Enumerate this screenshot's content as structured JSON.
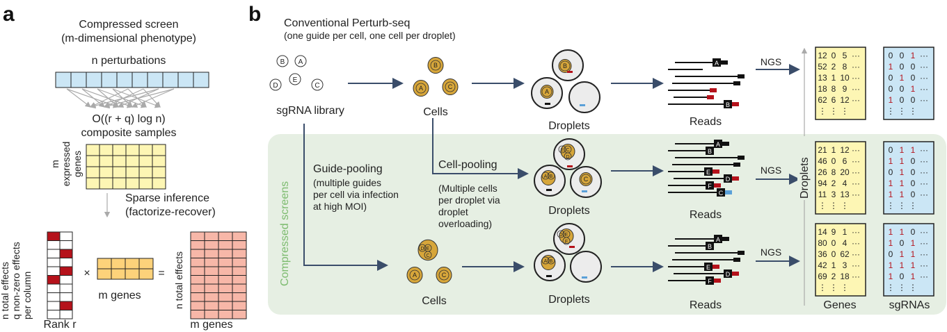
{
  "panel_a": {
    "letter": "a",
    "title_line1": "Compressed screen",
    "title_line2": "(m-dimensional phenotype)",
    "n_perturbations": "n perturbations",
    "composite_formula": "O((r + q) log n)",
    "composite_samples": "composite samples",
    "m_expressed_genes_line1": "m",
    "m_expressed_genes_line2": "expressed",
    "m_expressed_genes_line3": "genes",
    "sparse_line1": "Sparse inference",
    "sparse_line2": "(factorize-recover)",
    "left_label_n": "n total effects",
    "left_label_q": "q non-zero effects",
    "left_label_col": "per column",
    "times": "×",
    "equals": "=",
    "m_genes_mid": "m genes",
    "n_total_effects_right": "n total effects",
    "m_genes_right": "m genes",
    "rank_label": "Rank r"
  },
  "panel_b": {
    "letter": "b",
    "conv_title": "Conventional Perturb-seq",
    "conv_subtitle": "(one guide per cell, one cell per droplet)",
    "sgrna_library": "sgRNA library",
    "cells": "Cells",
    "droplets": "Droplets",
    "reads": "Reads",
    "ngs": "NGS",
    "guide_pooling": "Guide-pooling",
    "guide_pooling_desc1": "(multiple guides",
    "guide_pooling_desc2": "per cell via infection",
    "guide_pooling_desc3": "at high MOI)",
    "cell_pooling": "Cell-pooling",
    "cell_pooling_desc1": "(Multiple cells",
    "cell_pooling_desc2": "per droplet via",
    "cell_pooling_desc3": "droplet",
    "cell_pooling_desc4": "overloading)",
    "compressed_screens": "Compressed screens",
    "droplets_vertical": "Droplets",
    "genes": "Genes",
    "sgrnas": "sgRNAs",
    "library_letters": [
      "B",
      "A",
      "E",
      "D",
      "C"
    ],
    "gene_matrix_1": [
      [
        "12",
        "0",
        "5",
        "···"
      ],
      [
        "52",
        "2",
        "8",
        "···"
      ],
      [
        "13",
        "1",
        "10",
        "···"
      ],
      [
        "18",
        "8",
        "9",
        "···"
      ],
      [
        "62",
        "6",
        "12",
        "···"
      ],
      [
        "⋮",
        "⋮",
        "⋮",
        ""
      ]
    ],
    "gene_matrix_2": [
      [
        "21",
        "1",
        "12",
        "···"
      ],
      [
        "46",
        "0",
        "6",
        "···"
      ],
      [
        "26",
        "8",
        "20",
        "···"
      ],
      [
        "94",
        "2",
        "4",
        "···"
      ],
      [
        "11",
        "3",
        "13",
        "···"
      ],
      [
        "⋮",
        "⋮",
        "⋮",
        ""
      ]
    ],
    "gene_matrix_3": [
      [
        "14",
        "9",
        "1",
        "···"
      ],
      [
        "80",
        "0",
        "4",
        "···"
      ],
      [
        "36",
        "0",
        "62",
        "···"
      ],
      [
        "42",
        "1",
        "3",
        "···"
      ],
      [
        "69",
        "2",
        "18",
        "···"
      ],
      [
        "⋮",
        "⋮",
        "⋮",
        ""
      ]
    ],
    "sg_matrix_1": [
      [
        "0",
        "0",
        "1",
        "···"
      ],
      [
        "1",
        "0",
        "0",
        "···"
      ],
      [
        "0",
        "1",
        "0",
        "···"
      ],
      [
        "0",
        "0",
        "1",
        "···"
      ],
      [
        "1",
        "0",
        "0",
        "···"
      ],
      [
        "⋮",
        "⋮",
        "⋮",
        ""
      ]
    ],
    "sg_matrix_2": [
      [
        "0",
        "1",
        "1",
        "···"
      ],
      [
        "1",
        "1",
        "0",
        "···"
      ],
      [
        "0",
        "1",
        "0",
        "···"
      ],
      [
        "1",
        "1",
        "0",
        "···"
      ],
      [
        "1",
        "1",
        "0",
        "···"
      ],
      [
        "⋮",
        "⋮",
        "⋮",
        ""
      ]
    ],
    "sg_matrix_3": [
      [
        "1",
        "1",
        "0",
        "···"
      ],
      [
        "1",
        "0",
        "1",
        "···"
      ],
      [
        "0",
        "1",
        "1",
        "···"
      ],
      [
        "1",
        "1",
        "1",
        "···"
      ],
      [
        "1",
        "0",
        "1",
        "···"
      ],
      [
        "⋮",
        "⋮",
        "⋮",
        ""
      ]
    ],
    "read_tags_1": [
      "A",
      "B"
    ],
    "read_tags_2": [
      "A",
      "B",
      "E",
      "D",
      "F",
      "C"
    ],
    "read_tags_3": [
      "A",
      "B",
      "E",
      "D",
      "F"
    ]
  },
  "colors": {
    "cyan": "#29a3c9",
    "orange": "#e0a020",
    "red": "#b5121b",
    "blue_cell": "#cbe6f5",
    "yellow_cell": "#fdf6b4",
    "salmon": "#f7b7a8",
    "cell_gold": "#d7a63a",
    "green_bg": "#e6efe3",
    "green_text": "#7dbb6f"
  }
}
